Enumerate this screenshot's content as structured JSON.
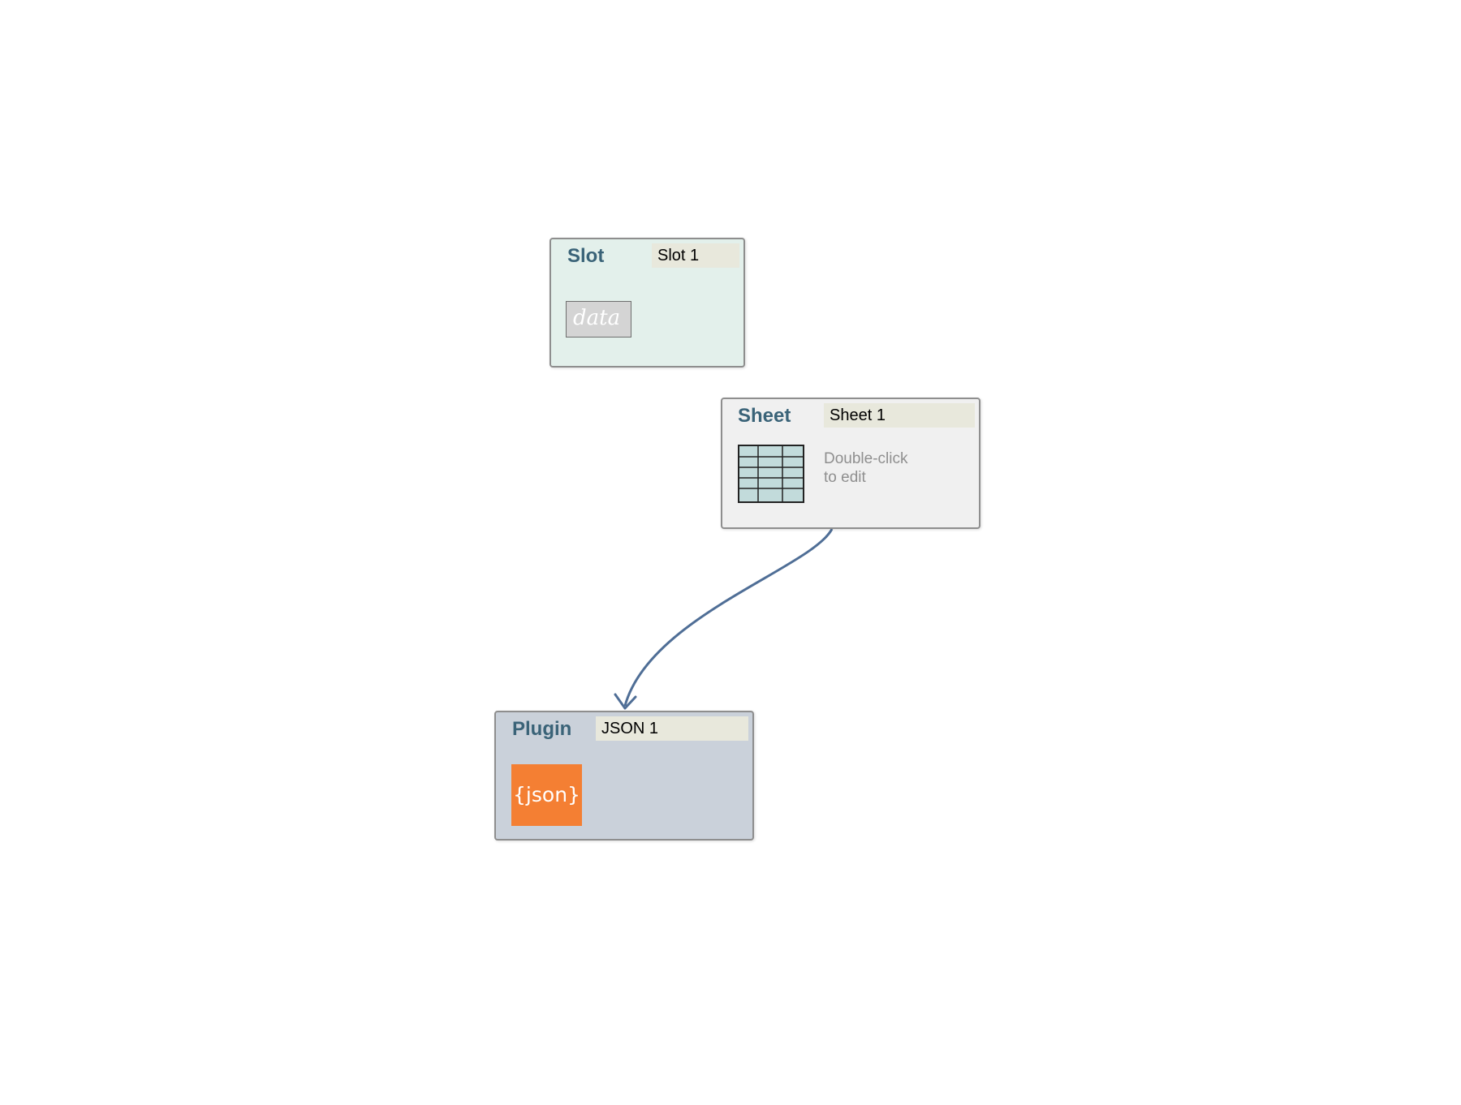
{
  "nodes": {
    "slot": {
      "type_label": "Slot",
      "name": "Slot 1",
      "data_chip": "data"
    },
    "sheet": {
      "type_label": "Sheet",
      "name": "Sheet 1",
      "hint": "Double-click\nto edit",
      "icon": "spreadsheet-grid-icon"
    },
    "plugin": {
      "type_label": "Plugin",
      "name": "JSON 1",
      "logo_text": "{json}",
      "icon": "json-logo-icon"
    }
  },
  "connections": [
    {
      "from": "Sheet",
      "to": "Plugin"
    }
  ],
  "colors": {
    "canvas_bg": "#ffffff",
    "node_border": "#8e8e8e",
    "type_label": "#3a6378",
    "name_field_bg": "#e8e8dc",
    "slot_bg": "#e3f0eb",
    "sheet_bg": "#f0f0f0",
    "plugin_bg": "#cad1da",
    "json_logo": "#f47f33",
    "connector": "#4f6e96",
    "sheet_cell": "#c2dbdb"
  }
}
